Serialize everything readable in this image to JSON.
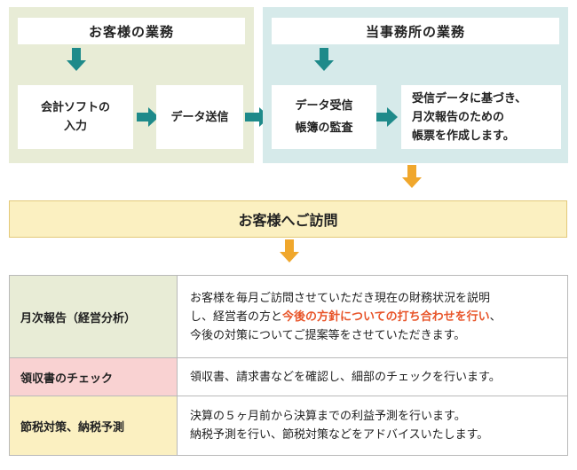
{
  "client_panel": {
    "header": "お客様の業務",
    "step1_line1": "会計ソフトの",
    "step1_line2": "入力",
    "step2": "データ送信"
  },
  "office_panel": {
    "header": "当事務所の業務",
    "step3_line1": "データ受信",
    "step3_line2": "帳簿の監査",
    "step4_line1": "受信データに基づき、",
    "step4_line2": "月次報告のための",
    "step4_line3": "帳票を作成します。"
  },
  "visit": {
    "label": "お客様へご訪問"
  },
  "details": [
    {
      "label": "月次報告（経営分析）",
      "text_line1": "お客様を毎月ご訪問させていただき現在の財務状況を説明",
      "text_line2_before": "し、経営者の方と",
      "text_line2_highlight": "今後の方針についての打ち合わせを行い",
      "text_line2_after": "、",
      "text_line3": "今後の対策についてご提案等をさせていただきます。"
    },
    {
      "label": "領収書のチェック",
      "text_line1": "領収書、請求書などを確認し、細部のチェックを行います。"
    },
    {
      "label": "節税対策、納税予測",
      "text_line1": "決算の５ヶ月前から決算までの利益予測を行います。",
      "text_line2": "納税予測を行い、節税対策などをアドバイスいたします。"
    }
  ],
  "colors": {
    "client_bg": "#e8ecd6",
    "office_bg": "#d6eaea",
    "teal_arrow": "#1e8a8a",
    "orange_arrow": "#f0a72c",
    "visit_bg": "#fbf0c1",
    "pink_label": "#f9d2d2",
    "highlight": "#e8552a"
  }
}
